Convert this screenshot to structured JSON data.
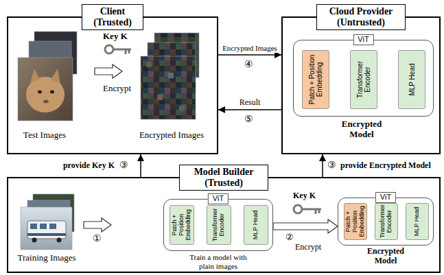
{
  "diagram": {
    "nodes": [
      {
        "text": [
          "Client (Trusted)"
        ]
      },
      {
        "text": [
          "Cloud Provider (Untrusted)"
        ]
      },
      {
        "text": [
          "Model Builder (Trusted)"
        ]
      },
      {
        "text": [
          "ViT"
        ],
        "in": 1
      },
      {
        "text": [
          "Patch + Position Embedding"
        ],
        "in": 3
      },
      {
        "text": [
          "Transformer Encoder"
        ],
        "in": 3
      },
      {
        "text": [
          "MLP Head"
        ],
        "in": 3
      },
      {
        "text": [
          "ViT"
        ],
        "in": 2
      },
      {
        "text": [
          "Patch + Position Embedding"
        ],
        "in": 7
      },
      {
        "text": [
          "Transformer Encoder"
        ],
        "in": 7
      },
      {
        "text": [
          "MLP Head"
        ],
        "in": 7
      },
      {
        "text": [
          "ViT"
        ],
        "in": 2
      },
      {
        "text": [
          "Patch + Position Embedding"
        ],
        "in": 11
      },
      {
        "text": [
          "Transformer Encoder"
        ],
        "in": 11
      },
      {
        "text": [
          "MLP Head"
        ],
        "in": 11
      }
    ],
    "edges": [
      {
        "from": 0,
        "to": 1,
        "label": "Encrypted Images",
        "arrow": "to"
      },
      {
        "from": 1,
        "to": 0,
        "label": "Result",
        "arrow": "to"
      },
      {
        "from": 2,
        "to": 0,
        "label": "provide Key K",
        "arrow": "to"
      },
      {
        "from": 2,
        "to": 1,
        "label": "provide Encrypted Model",
        "arrow": "to"
      },
      {
        "from": 7,
        "to": 11,
        "arrow": "to"
      }
    ],
    "labels": [
      "Test Images",
      "Key K",
      "Encrypt",
      "Encrypted Images",
      "④",
      "⑤",
      "Encrypted Model",
      "③",
      "③",
      "Training Images",
      "①",
      "Train a model with plain images",
      "Key K",
      "②",
      "Encrypt",
      "Encrypted Model"
    ]
  }
}
